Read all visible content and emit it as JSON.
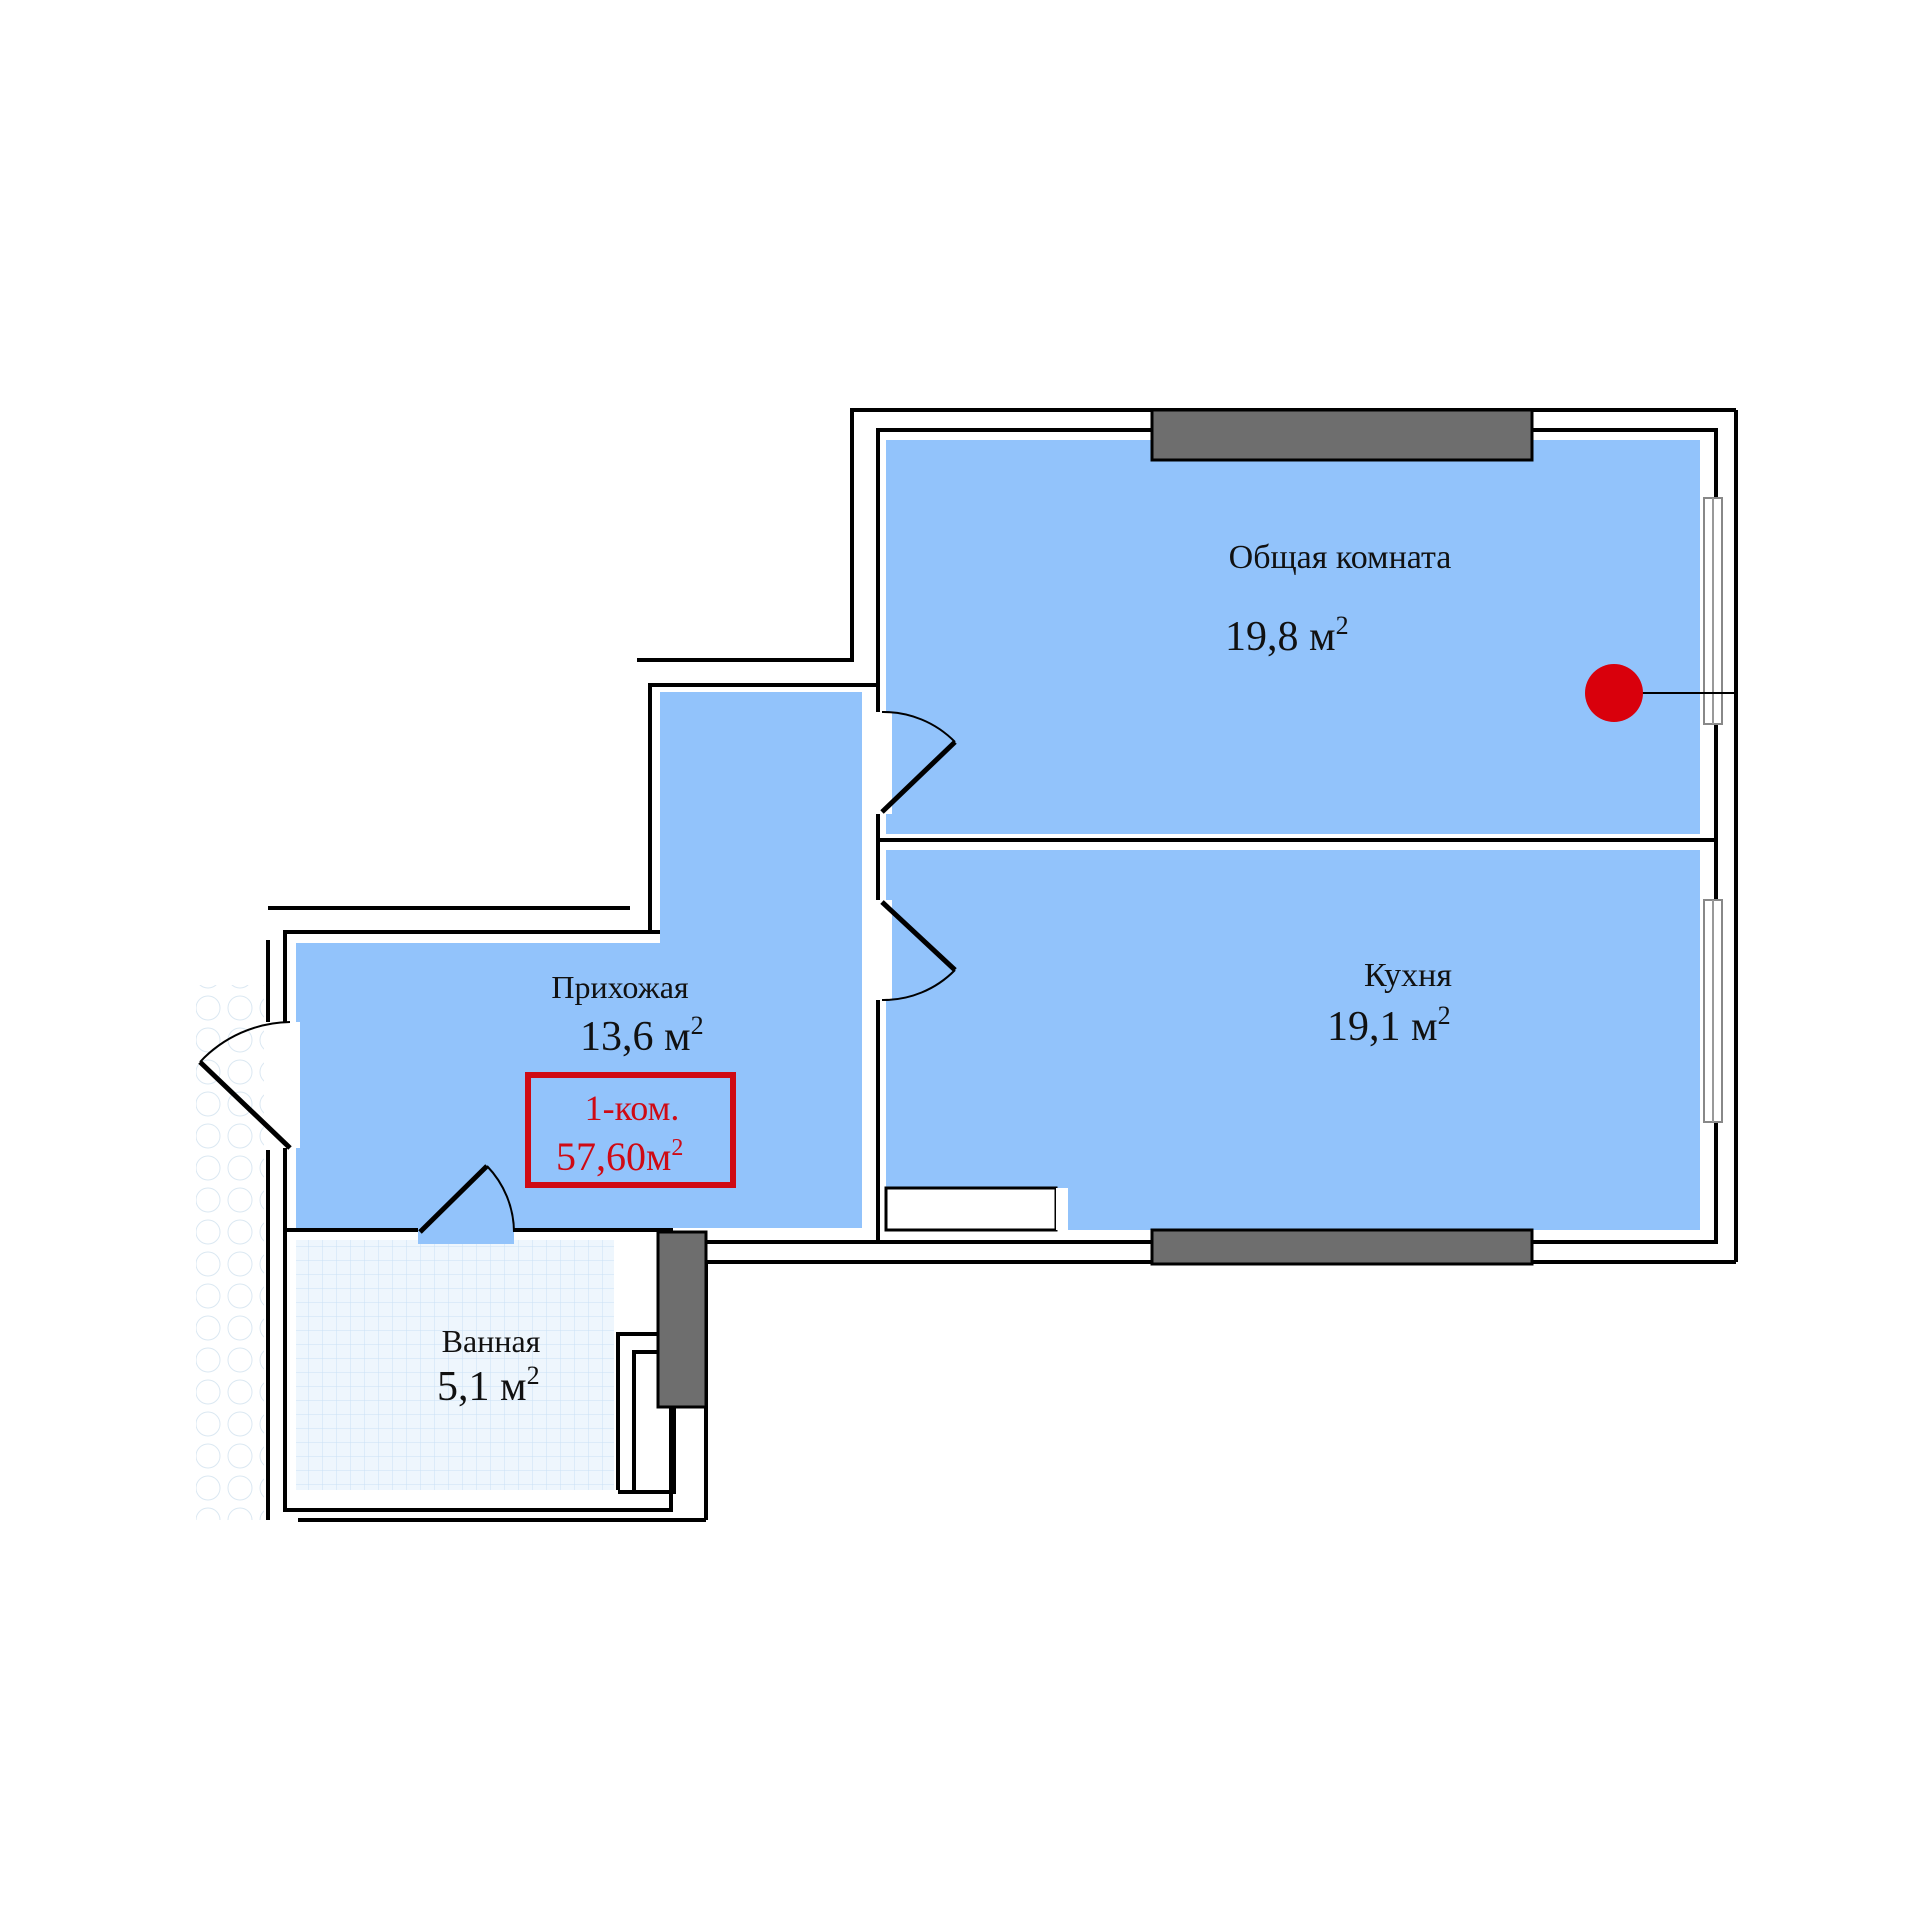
{
  "rooms": {
    "living": {
      "name": "Общая комната",
      "area": "19,8 м",
      "sup": "2"
    },
    "kitchen": {
      "name": "Кухня",
      "area": "19,1 м",
      "sup": "2"
    },
    "hall": {
      "name": "Прихожая",
      "area": "13,6 м",
      "sup": "2"
    },
    "bath": {
      "name": "Ванная",
      "area": "5,1 м",
      "sup": "2"
    }
  },
  "apartment_badge": {
    "type": "1-ком.",
    "area": "57,60м",
    "sup": "2"
  },
  "colors": {
    "room_fill": "#92c3fb",
    "bath_tile": "#eef6fd",
    "window_block": "#6e6e6e",
    "badge_red": "#cf0a14",
    "marker_red": "#d9000c"
  },
  "icons": {
    "marker": "red-location-dot",
    "doors": "door-swing-icon"
  }
}
